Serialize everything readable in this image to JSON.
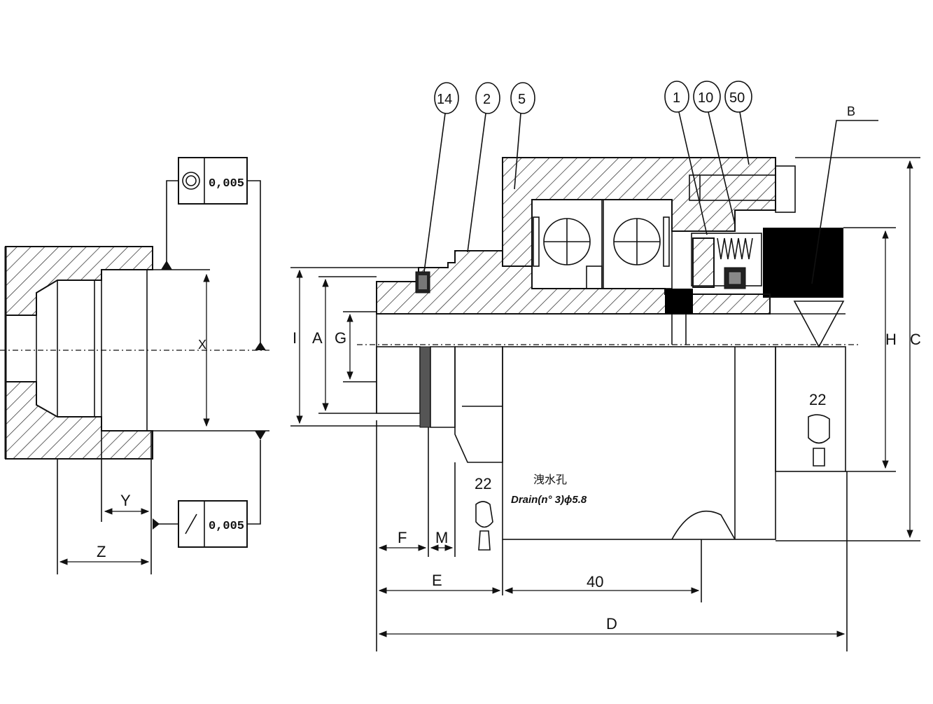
{
  "left_view": {
    "tolerance_top": {
      "symbol": "concentricity-icon",
      "value": "0,005"
    },
    "tolerance_bottom": {
      "symbol": "runout-icon",
      "value": "0,005"
    },
    "dim_x": "X",
    "dim_y": "Y",
    "dim_z": "Z"
  },
  "right_view": {
    "balloons": [
      "14",
      "2",
      "5",
      "1",
      "10",
      "50"
    ],
    "label_b": "B",
    "dims_vertical": {
      "i": "I",
      "a": "A",
      "g": "G",
      "h": "H",
      "c": "C"
    },
    "dims_horizontal": {
      "f": "F",
      "m": "M",
      "e": "E",
      "forty": "40",
      "d": "D"
    },
    "wrench_left": "22",
    "wrench_right": "22",
    "drain_cn": "洩水孔",
    "drain_en": "Drain(n° 3)ϕ5.8"
  }
}
